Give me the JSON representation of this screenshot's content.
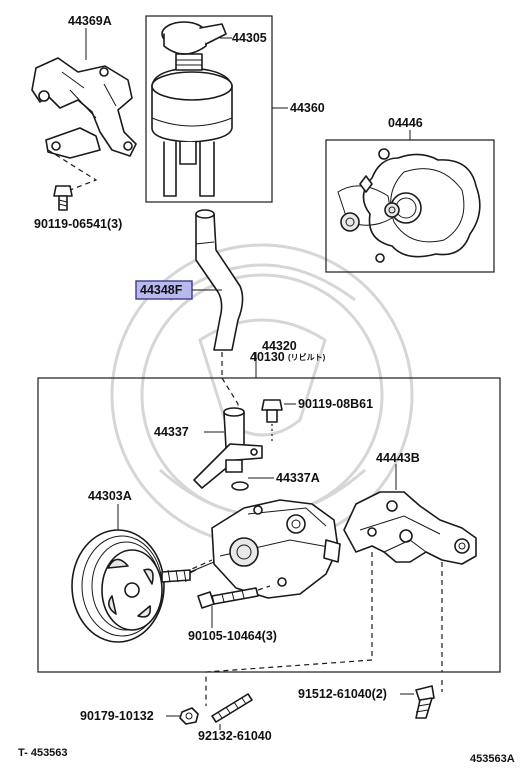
{
  "labels": {
    "p44369A": "44369A",
    "p44305": "44305",
    "p44360": "44360",
    "p04446": "04446",
    "p90119_06541": "90119-06541(3)",
    "p44348F": "44348F",
    "p44320": "44320",
    "p40130": "40130",
    "p40130_note": "(リビルト)",
    "p90119_08861": "90119-08B61",
    "p44337": "44337",
    "p44337A": "44337A",
    "p44443B": "44443B",
    "p44303A": "44303A",
    "p90105_10464": "90105-10464(3)",
    "p91512_61040": "91512-61040(2)",
    "p90179_10132": "90179-10132",
    "p92132_61040": "92132-61040"
  },
  "footer": {
    "left": "T- 453563",
    "right": "453563A"
  },
  "colors": {
    "highlight": "#b9b9ee",
    "highlight_border": "#3c3c8c",
    "line": "#1a1a1a",
    "watermark": "#d6d6d6"
  }
}
